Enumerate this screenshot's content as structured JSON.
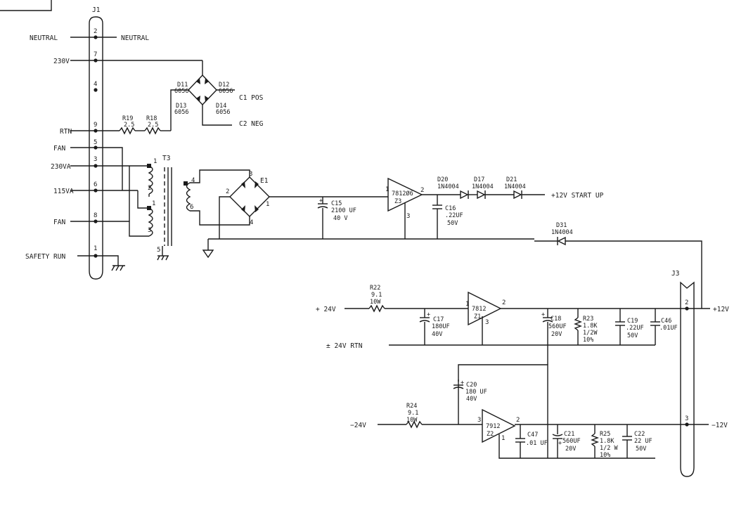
{
  "connectors": {
    "j1": {
      "ref": "J1",
      "pins": [
        "2",
        "7",
        "4",
        "9",
        "5",
        "3",
        "6",
        "8",
        "1"
      ]
    },
    "j3": {
      "ref": "J3",
      "pins": [
        "2",
        "3"
      ]
    }
  },
  "signals": {
    "neutral_in": "NEUTRAL",
    "neutral_out": "NEUTRAL",
    "v230": "230V",
    "rtn": "RTN",
    "fan1": "FAN",
    "v230va": "230VA",
    "v115va": "115VA",
    "fan2": "FAN",
    "safety_run": "SAFETY RUN",
    "c1_pos": "C1 POS",
    "c2_neg": "C2 NEG",
    "start_up": "+12V START UP",
    "p24v": "+ 24V",
    "p24v_rtn": "± 24V RTN",
    "m24v": "−24V",
    "p12v_out": "+12V",
    "m12v_out": "−12V"
  },
  "diodes": {
    "d11": {
      "ref": "D11",
      "val": "6056"
    },
    "d12": {
      "ref": "D12",
      "val": "6056"
    },
    "d13": {
      "ref": "D13",
      "val": "6056"
    },
    "d14": {
      "ref": "D14",
      "val": "6056"
    },
    "d20": {
      "ref": "D20",
      "val": "1N4004"
    },
    "d17": {
      "ref": "D17",
      "val": "1N4004"
    },
    "d21": {
      "ref": "D21",
      "val": "1N4004"
    },
    "d31": {
      "ref": "D31",
      "val": "1N4004"
    }
  },
  "resistors": {
    "r19": {
      "ref": "R19",
      "val": "2.5"
    },
    "r18": {
      "ref": "R18",
      "val": "2.5"
    },
    "r22": {
      "ref": "R22",
      "val": "9.1",
      "watt": "10W"
    },
    "r23": {
      "ref": "R23",
      "val": "1.8K",
      "watt": "1/2W",
      "tol": "10%"
    },
    "r24": {
      "ref": "R24",
      "val": "9.1",
      "watt": "10W"
    },
    "r25": {
      "ref": "R25",
      "val": "1.8K",
      "watt": "1/2 W",
      "tol": "10%"
    }
  },
  "capacitors": {
    "c15": {
      "ref": "C15",
      "val": "2100 UF",
      "volt": "40 V"
    },
    "c16": {
      "ref": "C16",
      "val": ".22UF",
      "volt": "50V"
    },
    "c17": {
      "ref": "C17",
      "val": "180UF",
      "volt": "40V"
    },
    "c18": {
      "ref": "C18",
      "val": "560UF",
      "volt": "20V"
    },
    "c19": {
      "ref": "C19",
      "val": ".22UF",
      "volt": "50V"
    },
    "c46": {
      "ref": "C46",
      "val": ".01UF"
    },
    "c20": {
      "ref": "C20",
      "val": "180 UF",
      "volt": "40V"
    },
    "c47": {
      "ref": "C47",
      "val": ".01 UF"
    },
    "c21": {
      "ref": "C21",
      "val": "560UF",
      "volt": "20V"
    },
    "c22": {
      "ref": "C22",
      "val": "22 UF",
      "volt": "50V"
    }
  },
  "regulators": {
    "z3": {
      "ref": "Z3",
      "part": "7812Ø6"
    },
    "z1": {
      "ref": "Z1",
      "part": "7812"
    },
    "z2": {
      "ref": "Z2",
      "part": "7912"
    }
  },
  "others": {
    "t3": "T3",
    "e1": "E1"
  }
}
